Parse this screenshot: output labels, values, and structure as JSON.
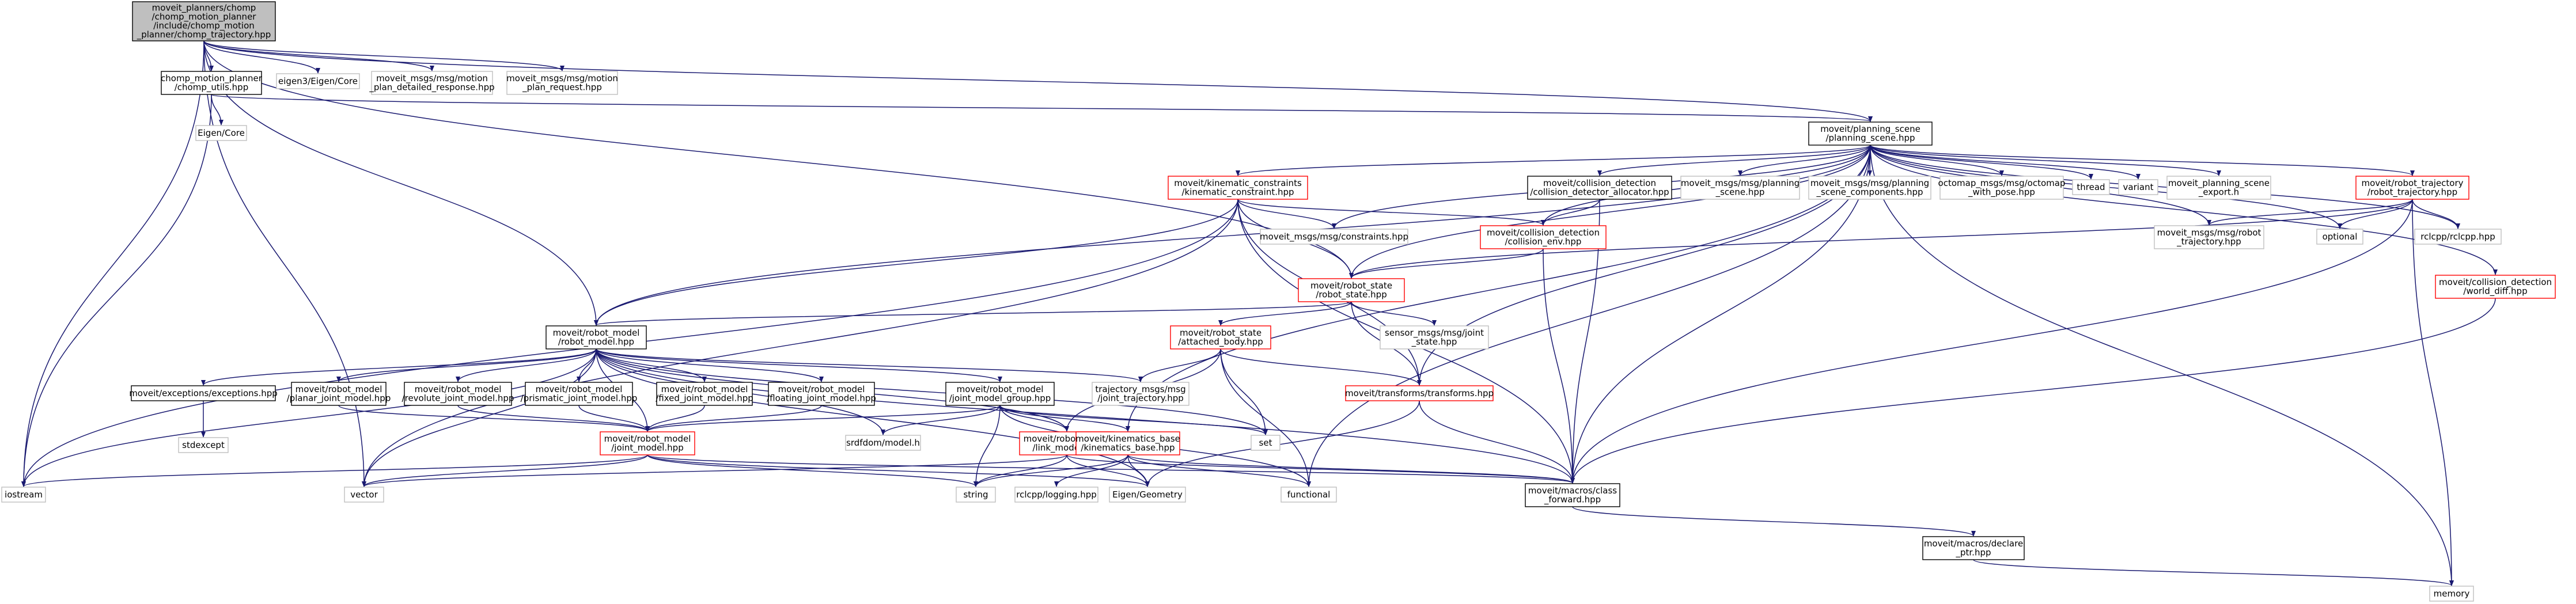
{
  "diagram": {
    "title": "Include dependency graph for chomp_trajectory.hpp",
    "colors": {
      "edge": "#191970",
      "border_black": "#000000",
      "border_gray": "#bfbfbf",
      "border_red": "#ff0000",
      "root_fill": "#bfbfbf",
      "text": "#000000"
    },
    "nodes": [
      {
        "id": "root",
        "lines": [
          "moveit_planners/chomp",
          "/chomp_motion_planner",
          "/include/chomp_motion",
          "_planner/chomp_trajectory.hpp"
        ],
        "style": "root"
      },
      {
        "id": "chomp_utils",
        "lines": [
          "chomp_motion_planner",
          "/chomp_utils.hpp"
        ],
        "style": "black"
      },
      {
        "id": "eigen_core_h",
        "lines": [
          "eigen3/Eigen/Core"
        ],
        "style": "gray"
      },
      {
        "id": "mp_detailed",
        "lines": [
          "moveit_msgs/msg/motion",
          "_plan_detailed_response.hpp"
        ],
        "style": "gray"
      },
      {
        "id": "mp_request",
        "lines": [
          "moveit_msgs/msg/motion",
          "_plan_request.hpp"
        ],
        "style": "gray"
      },
      {
        "id": "eigen_core",
        "lines": [
          "Eigen/Core"
        ],
        "style": "gray"
      },
      {
        "id": "planning_scene",
        "lines": [
          "moveit/planning_scene",
          "/planning_scene.hpp"
        ],
        "style": "black"
      },
      {
        "id": "kinematic_constraint",
        "lines": [
          "moveit/kinematic_constraints",
          "/kinematic_constraint.hpp"
        ],
        "style": "red"
      },
      {
        "id": "cd_allocator",
        "lines": [
          "moveit/collision_detection",
          "/collision_detector_allocator.hpp"
        ],
        "style": "black"
      },
      {
        "id": "msg_planning_scene",
        "lines": [
          "moveit_msgs/msg/planning",
          "_scene.hpp"
        ],
        "style": "gray"
      },
      {
        "id": "msg_ps_components",
        "lines": [
          "moveit_msgs/msg/planning",
          "_scene_components.hpp"
        ],
        "style": "gray"
      },
      {
        "id": "octomap_pose",
        "lines": [
          "octomap_msgs/msg/octomap",
          "_with_pose.hpp"
        ],
        "style": "gray"
      },
      {
        "id": "thread",
        "lines": [
          "thread"
        ],
        "style": "gray"
      },
      {
        "id": "variant",
        "lines": [
          "variant"
        ],
        "style": "gray"
      },
      {
        "id": "ps_export",
        "lines": [
          "moveit_planning_scene",
          "_export.h"
        ],
        "style": "gray"
      },
      {
        "id": "robot_trajectory",
        "lines": [
          "moveit/robot_trajectory",
          "/robot_trajectory.hpp"
        ],
        "style": "red"
      },
      {
        "id": "msg_constraints",
        "lines": [
          "moveit_msgs/msg/constraints.hpp"
        ],
        "style": "gray"
      },
      {
        "id": "collision_env",
        "lines": [
          "moveit/collision_detection",
          "/collision_env.hpp"
        ],
        "style": "red"
      },
      {
        "id": "msg_robot_traj",
        "lines": [
          "moveit_msgs/msg/robot",
          "_trajectory.hpp"
        ],
        "style": "gray"
      },
      {
        "id": "optional",
        "lines": [
          "optional"
        ],
        "style": "gray"
      },
      {
        "id": "rclcpp",
        "lines": [
          "rclcpp/rclcpp.hpp"
        ],
        "style": "gray"
      },
      {
        "id": "robot_state",
        "lines": [
          "moveit/robot_state",
          "/robot_state.hpp"
        ],
        "style": "red"
      },
      {
        "id": "world_diff",
        "lines": [
          "moveit/collision_detection",
          "/world_diff.hpp"
        ],
        "style": "red"
      },
      {
        "id": "robot_model",
        "lines": [
          "moveit/robot_model",
          "/robot_model.hpp"
        ],
        "style": "black"
      },
      {
        "id": "attached_body",
        "lines": [
          "moveit/robot_state",
          "/attached_body.hpp"
        ],
        "style": "red"
      },
      {
        "id": "sensor_joint_state",
        "lines": [
          "sensor_msgs/msg/joint",
          "_state.hpp"
        ],
        "style": "gray"
      },
      {
        "id": "exceptions",
        "lines": [
          "moveit/exceptions/exceptions.hpp"
        ],
        "style": "black"
      },
      {
        "id": "planar_joint",
        "lines": [
          "moveit/robot_model",
          "/planar_joint_model.hpp"
        ],
        "style": "black"
      },
      {
        "id": "revolute_joint",
        "lines": [
          "moveit/robot_model",
          "/revolute_joint_model.hpp"
        ],
        "style": "black"
      },
      {
        "id": "prismatic_joint",
        "lines": [
          "moveit/robot_model",
          "/prismatic_joint_model.hpp"
        ],
        "style": "black"
      },
      {
        "id": "fixed_joint",
        "lines": [
          "moveit/robot_model",
          "/fixed_joint_model.hpp"
        ],
        "style": "black"
      },
      {
        "id": "floating_joint",
        "lines": [
          "moveit/robot_model",
          "/floating_joint_model.hpp"
        ],
        "style": "black"
      },
      {
        "id": "joint_model_group",
        "lines": [
          "moveit/robot_model",
          "/joint_model_group.hpp"
        ],
        "style": "black"
      },
      {
        "id": "traj_joint",
        "lines": [
          "trajectory_msgs/msg",
          "/joint_trajectory.hpp"
        ],
        "style": "gray"
      },
      {
        "id": "transforms",
        "lines": [
          "moveit/transforms/transforms.hpp"
        ],
        "style": "red"
      },
      {
        "id": "stdexcept",
        "lines": [
          "stdexcept"
        ],
        "style": "gray"
      },
      {
        "id": "joint_model",
        "lines": [
          "moveit/robot_model",
          "/joint_model.hpp"
        ],
        "style": "red"
      },
      {
        "id": "srdfdom",
        "lines": [
          "srdfdom/model.h"
        ],
        "style": "gray"
      },
      {
        "id": "link_model",
        "lines": [
          "moveit/robot_model",
          "/link_model.hpp"
        ],
        "style": "red"
      },
      {
        "id": "kin_base",
        "lines": [
          "moveit/kinematics_base",
          "/kinematics_base.hpp"
        ],
        "style": "red"
      },
      {
        "id": "set",
        "lines": [
          "set"
        ],
        "style": "gray"
      },
      {
        "id": "iostream",
        "lines": [
          "iostream"
        ],
        "style": "gray"
      },
      {
        "id": "vector",
        "lines": [
          "vector"
        ],
        "style": "gray"
      },
      {
        "id": "string",
        "lines": [
          "string"
        ],
        "style": "gray"
      },
      {
        "id": "rclcpp_logging",
        "lines": [
          "rclcpp/logging.hpp"
        ],
        "style": "gray"
      },
      {
        "id": "eigen_geometry",
        "lines": [
          "Eigen/Geometry"
        ],
        "style": "gray"
      },
      {
        "id": "functional",
        "lines": [
          "functional"
        ],
        "style": "gray"
      },
      {
        "id": "class_forward",
        "lines": [
          "moveit/macros/class",
          "_forward.hpp"
        ],
        "style": "black"
      },
      {
        "id": "declare_ptr",
        "lines": [
          "moveit/macros/declare",
          "_ptr.hpp"
        ],
        "style": "black"
      },
      {
        "id": "memory",
        "lines": [
          "memory"
        ],
        "style": "gray"
      }
    ],
    "edges": [
      [
        "root",
        "chomp_utils"
      ],
      [
        "root",
        "eigen_core_h"
      ],
      [
        "root",
        "mp_detailed"
      ],
      [
        "root",
        "mp_request"
      ],
      [
        "root",
        "iostream"
      ],
      [
        "root",
        "vector"
      ],
      [
        "root",
        "robot_model"
      ],
      [
        "root",
        "robot_state"
      ],
      [
        "root",
        "planning_scene"
      ],
      [
        "chomp_utils",
        "eigen_core"
      ],
      [
        "chomp_utils",
        "planning_scene"
      ],
      [
        "chomp_utils",
        "iostream"
      ],
      [
        "planning_scene",
        "kinematic_constraint"
      ],
      [
        "planning_scene",
        "cd_allocator"
      ],
      [
        "planning_scene",
        "msg_planning_scene"
      ],
      [
        "planning_scene",
        "msg_ps_components"
      ],
      [
        "planning_scene",
        "octomap_pose"
      ],
      [
        "planning_scene",
        "thread"
      ],
      [
        "planning_scene",
        "variant"
      ],
      [
        "planning_scene",
        "ps_export"
      ],
      [
        "planning_scene",
        "robot_trajectory"
      ],
      [
        "planning_scene",
        "msg_constraints"
      ],
      [
        "planning_scene",
        "collision_env"
      ],
      [
        "planning_scene",
        "msg_robot_traj"
      ],
      [
        "planning_scene",
        "optional"
      ],
      [
        "planning_scene",
        "rclcpp"
      ],
      [
        "planning_scene",
        "robot_state"
      ],
      [
        "planning_scene",
        "world_diff"
      ],
      [
        "planning_scene",
        "robot_model"
      ],
      [
        "planning_scene",
        "transforms"
      ],
      [
        "planning_scene",
        "class_forward"
      ],
      [
        "planning_scene",
        "memory"
      ],
      [
        "planning_scene",
        "functional"
      ],
      [
        "planning_scene",
        "kin_base"
      ],
      [
        "kinematic_constraint",
        "msg_constraints"
      ],
      [
        "kinematic_constraint",
        "collision_env"
      ],
      [
        "kinematic_constraint",
        "robot_state"
      ],
      [
        "kinematic_constraint",
        "robot_model"
      ],
      [
        "kinematic_constraint",
        "iostream"
      ],
      [
        "kinematic_constraint",
        "vector"
      ],
      [
        "kinematic_constraint",
        "class_forward"
      ],
      [
        "kinematic_constraint",
        "transforms"
      ],
      [
        "cd_allocator",
        "collision_env"
      ],
      [
        "cd_allocator",
        "class_forward"
      ],
      [
        "robot_trajectory",
        "msg_robot_traj"
      ],
      [
        "robot_trajectory",
        "optional"
      ],
      [
        "robot_trajectory",
        "rclcpp"
      ],
      [
        "robot_trajectory",
        "robot_state"
      ],
      [
        "robot_trajectory",
        "memory"
      ],
      [
        "robot_trajectory",
        "class_forward"
      ],
      [
        "collision_env",
        "robot_state"
      ],
      [
        "collision_env",
        "class_forward"
      ],
      [
        "world_diff",
        "class_forward"
      ],
      [
        "robot_state",
        "robot_model"
      ],
      [
        "robot_state",
        "attached_body"
      ],
      [
        "robot_state",
        "sensor_joint_state"
      ],
      [
        "robot_state",
        "transforms"
      ],
      [
        "attached_body",
        "transforms"
      ],
      [
        "attached_body",
        "traj_joint"
      ],
      [
        "attached_body",
        "set"
      ],
      [
        "attached_body",
        "functional"
      ],
      [
        "attached_body",
        "link_model"
      ],
      [
        "robot_model",
        "exceptions"
      ],
      [
        "robot_model",
        "planar_joint"
      ],
      [
        "robot_model",
        "revolute_joint"
      ],
      [
        "robot_model",
        "prismatic_joint"
      ],
      [
        "robot_model",
        "fixed_joint"
      ],
      [
        "robot_model",
        "floating_joint"
      ],
      [
        "robot_model",
        "joint_model_group"
      ],
      [
        "robot_model",
        "traj_joint"
      ],
      [
        "robot_model",
        "joint_model"
      ],
      [
        "robot_model",
        "srdfdom"
      ],
      [
        "robot_model",
        "iostream"
      ],
      [
        "robot_model",
        "vector"
      ],
      [
        "robot_model",
        "set"
      ],
      [
        "robot_model",
        "eigen_geometry"
      ],
      [
        "robot_model",
        "class_forward"
      ],
      [
        "robot_model",
        "link_model"
      ],
      [
        "exceptions",
        "stdexcept"
      ],
      [
        "planar_joint",
        "joint_model"
      ],
      [
        "revolute_joint",
        "joint_model"
      ],
      [
        "prismatic_joint",
        "joint_model"
      ],
      [
        "fixed_joint",
        "joint_model"
      ],
      [
        "floating_joint",
        "joint_model"
      ],
      [
        "joint_model_group",
        "joint_model"
      ],
      [
        "joint_model_group",
        "srdfdom"
      ],
      [
        "joint_model_group",
        "link_model"
      ],
      [
        "joint_model_group",
        "kin_base"
      ],
      [
        "joint_model_group",
        "set"
      ],
      [
        "joint_model_group",
        "string"
      ],
      [
        "joint_model_group",
        "functional"
      ],
      [
        "transforms",
        "eigen_geometry"
      ],
      [
        "transforms",
        "class_forward"
      ],
      [
        "joint_model",
        "iostream"
      ],
      [
        "joint_model",
        "vector"
      ],
      [
        "joint_model",
        "string"
      ],
      [
        "joint_model",
        "eigen_geometry"
      ],
      [
        "joint_model",
        "class_forward"
      ],
      [
        "link_model",
        "vector"
      ],
      [
        "link_model",
        "string"
      ],
      [
        "link_model",
        "eigen_geometry"
      ],
      [
        "link_model",
        "class_forward"
      ],
      [
        "kin_base",
        "string"
      ],
      [
        "kin_base",
        "rclcpp_logging"
      ],
      [
        "kin_base",
        "eigen_geometry"
      ],
      [
        "kin_base",
        "functional"
      ],
      [
        "kin_base",
        "class_forward"
      ],
      [
        "class_forward",
        "declare_ptr"
      ],
      [
        "declare_ptr",
        "memory"
      ]
    ]
  }
}
